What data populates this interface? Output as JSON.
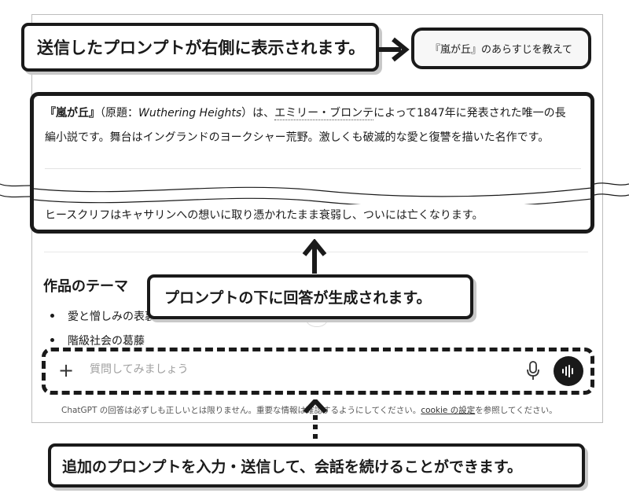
{
  "callouts": {
    "sent_prompt": "送信したプロンプトが右側に表示されます。",
    "answer_generated": "プロンプトの下に回答が生成されます。",
    "additional_prompt": "追加のプロンプトを入力・送信して、会話を続けることができます。"
  },
  "user_message": "『嵐が丘』のあらすじを教えて",
  "answer": {
    "title_part": "『嵐が丘』",
    "paren_open": "（原題：",
    "original_title": "Wuthering Heights",
    "paren_close": "）は、",
    "author_link": "エミリー・ブロンテ",
    "line1_rest": "によって1847年に発表された唯一の長",
    "line2": "編小説です。舞台はイングランドのヨークシャー荒野。激しくも破滅的な愛と復讐を描いた名作です。",
    "last_line": "ヒースクリフはキャサリンへの想いに取り憑かれたまま衰弱し、ついには亡くなります。"
  },
  "themes": {
    "heading": "作品のテーマ",
    "items": [
      "愛と憎しみの表裏一体",
      "階級社会の葛藤"
    ]
  },
  "composer": {
    "plus_label": "+",
    "placeholder": "質問してみましょう"
  },
  "disclaimer": {
    "text_before": "ChatGPT の回答は必ずしも正しいとは限りません。重要な情報は確認するようにしてください。",
    "cookie_link": "cookie の設定",
    "text_after": "を参照してください。"
  },
  "icons": {
    "plus": "plus-icon",
    "mic": "microphone-icon",
    "voice": "voice-mode-icon",
    "arrow": "arrow-icon"
  }
}
